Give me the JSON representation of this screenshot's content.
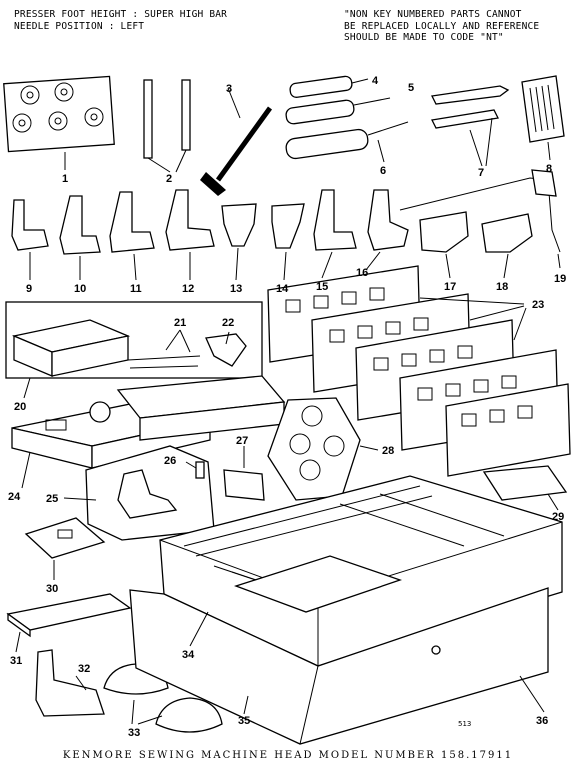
{
  "header": {
    "left_lines": [
      "PRESSER FOOT HEIGHT : SUPER HIGH BAR",
      "NEEDLE POSITION : LEFT"
    ],
    "right_lines": [
      "\"NON KEY NUMBERED PARTS CANNOT",
      "BE REPLACED LOCALLY AND REFERENCE",
      "SHOULD BE MADE TO CODE \"NT\""
    ]
  },
  "footer": "KENMORE SEWING MACHINE HEAD MODEL NUMBER 158.17911",
  "code_mark": "513",
  "callouts": [
    "1",
    "2",
    "3",
    "4",
    "5",
    "6",
    "7",
    "8",
    "9",
    "10",
    "11",
    "12",
    "13",
    "14",
    "15",
    "16",
    "17",
    "18",
    "19",
    "20",
    "21",
    "22",
    "23",
    "24",
    "25",
    "26",
    "27",
    "28",
    "29",
    "30",
    "31",
    "32",
    "33",
    "34",
    "35",
    "36"
  ]
}
